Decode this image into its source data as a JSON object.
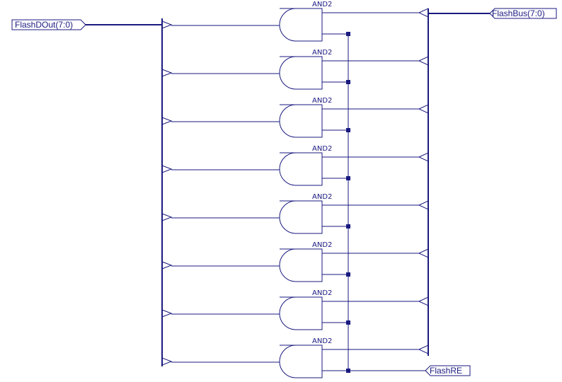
{
  "ports": {
    "data_out": {
      "label": "FlashDOut(7:0)",
      "kind": "input-bus"
    },
    "bus": {
      "label": "FlashBus(7:0)",
      "kind": "output-bus"
    },
    "read_enable": {
      "label": "FlashRE",
      "kind": "input"
    }
  },
  "gates": [
    {
      "type": "AND2"
    },
    {
      "type": "AND2"
    },
    {
      "type": "AND2"
    },
    {
      "type": "AND2"
    },
    {
      "type": "AND2"
    },
    {
      "type": "AND2"
    },
    {
      "type": "AND2"
    },
    {
      "type": "AND2"
    }
  ],
  "colors": {
    "wire": "#1a1a80",
    "background": "#ffffff"
  }
}
